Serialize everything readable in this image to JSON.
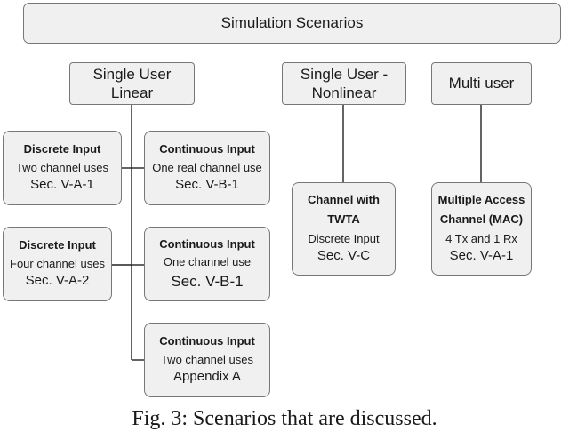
{
  "title": "Simulation Scenarios",
  "groups": {
    "linear": {
      "line1": "Single User",
      "line2": "Linear"
    },
    "nonlinear": {
      "line1": "Single User -",
      "line2": "Nonlinear"
    },
    "multi": {
      "label": "Multi user"
    }
  },
  "linear_boxes": {
    "d1": {
      "title": "Discrete Input",
      "desc": "Two channel uses",
      "section": "Sec. V-A-1"
    },
    "d2": {
      "title": "Discrete Input",
      "desc": "Four channel uses",
      "section": "Sec. V-A-2"
    },
    "c1": {
      "title": "Continuous Input",
      "desc": "One real channel use",
      "section": "Sec. V-B-1"
    },
    "c2": {
      "title": "Continuous Input",
      "desc": "One channel use",
      "section": "Sec. V-B-1"
    },
    "c3": {
      "title": "Continuous Input",
      "desc": "Two channel uses",
      "section": "Appendix A"
    }
  },
  "nonlinear_box": {
    "title1": "Channel with",
    "title2": "TWTA",
    "desc": "Discrete Input",
    "section": "Sec. V-C"
  },
  "multi_box": {
    "title1": "Multiple Access",
    "title2": "Channel (MAC)",
    "desc": "4 Tx and 1 Rx",
    "section": "Sec. V-A-1"
  },
  "caption": "Fig. 3: Scenarios that are discussed."
}
